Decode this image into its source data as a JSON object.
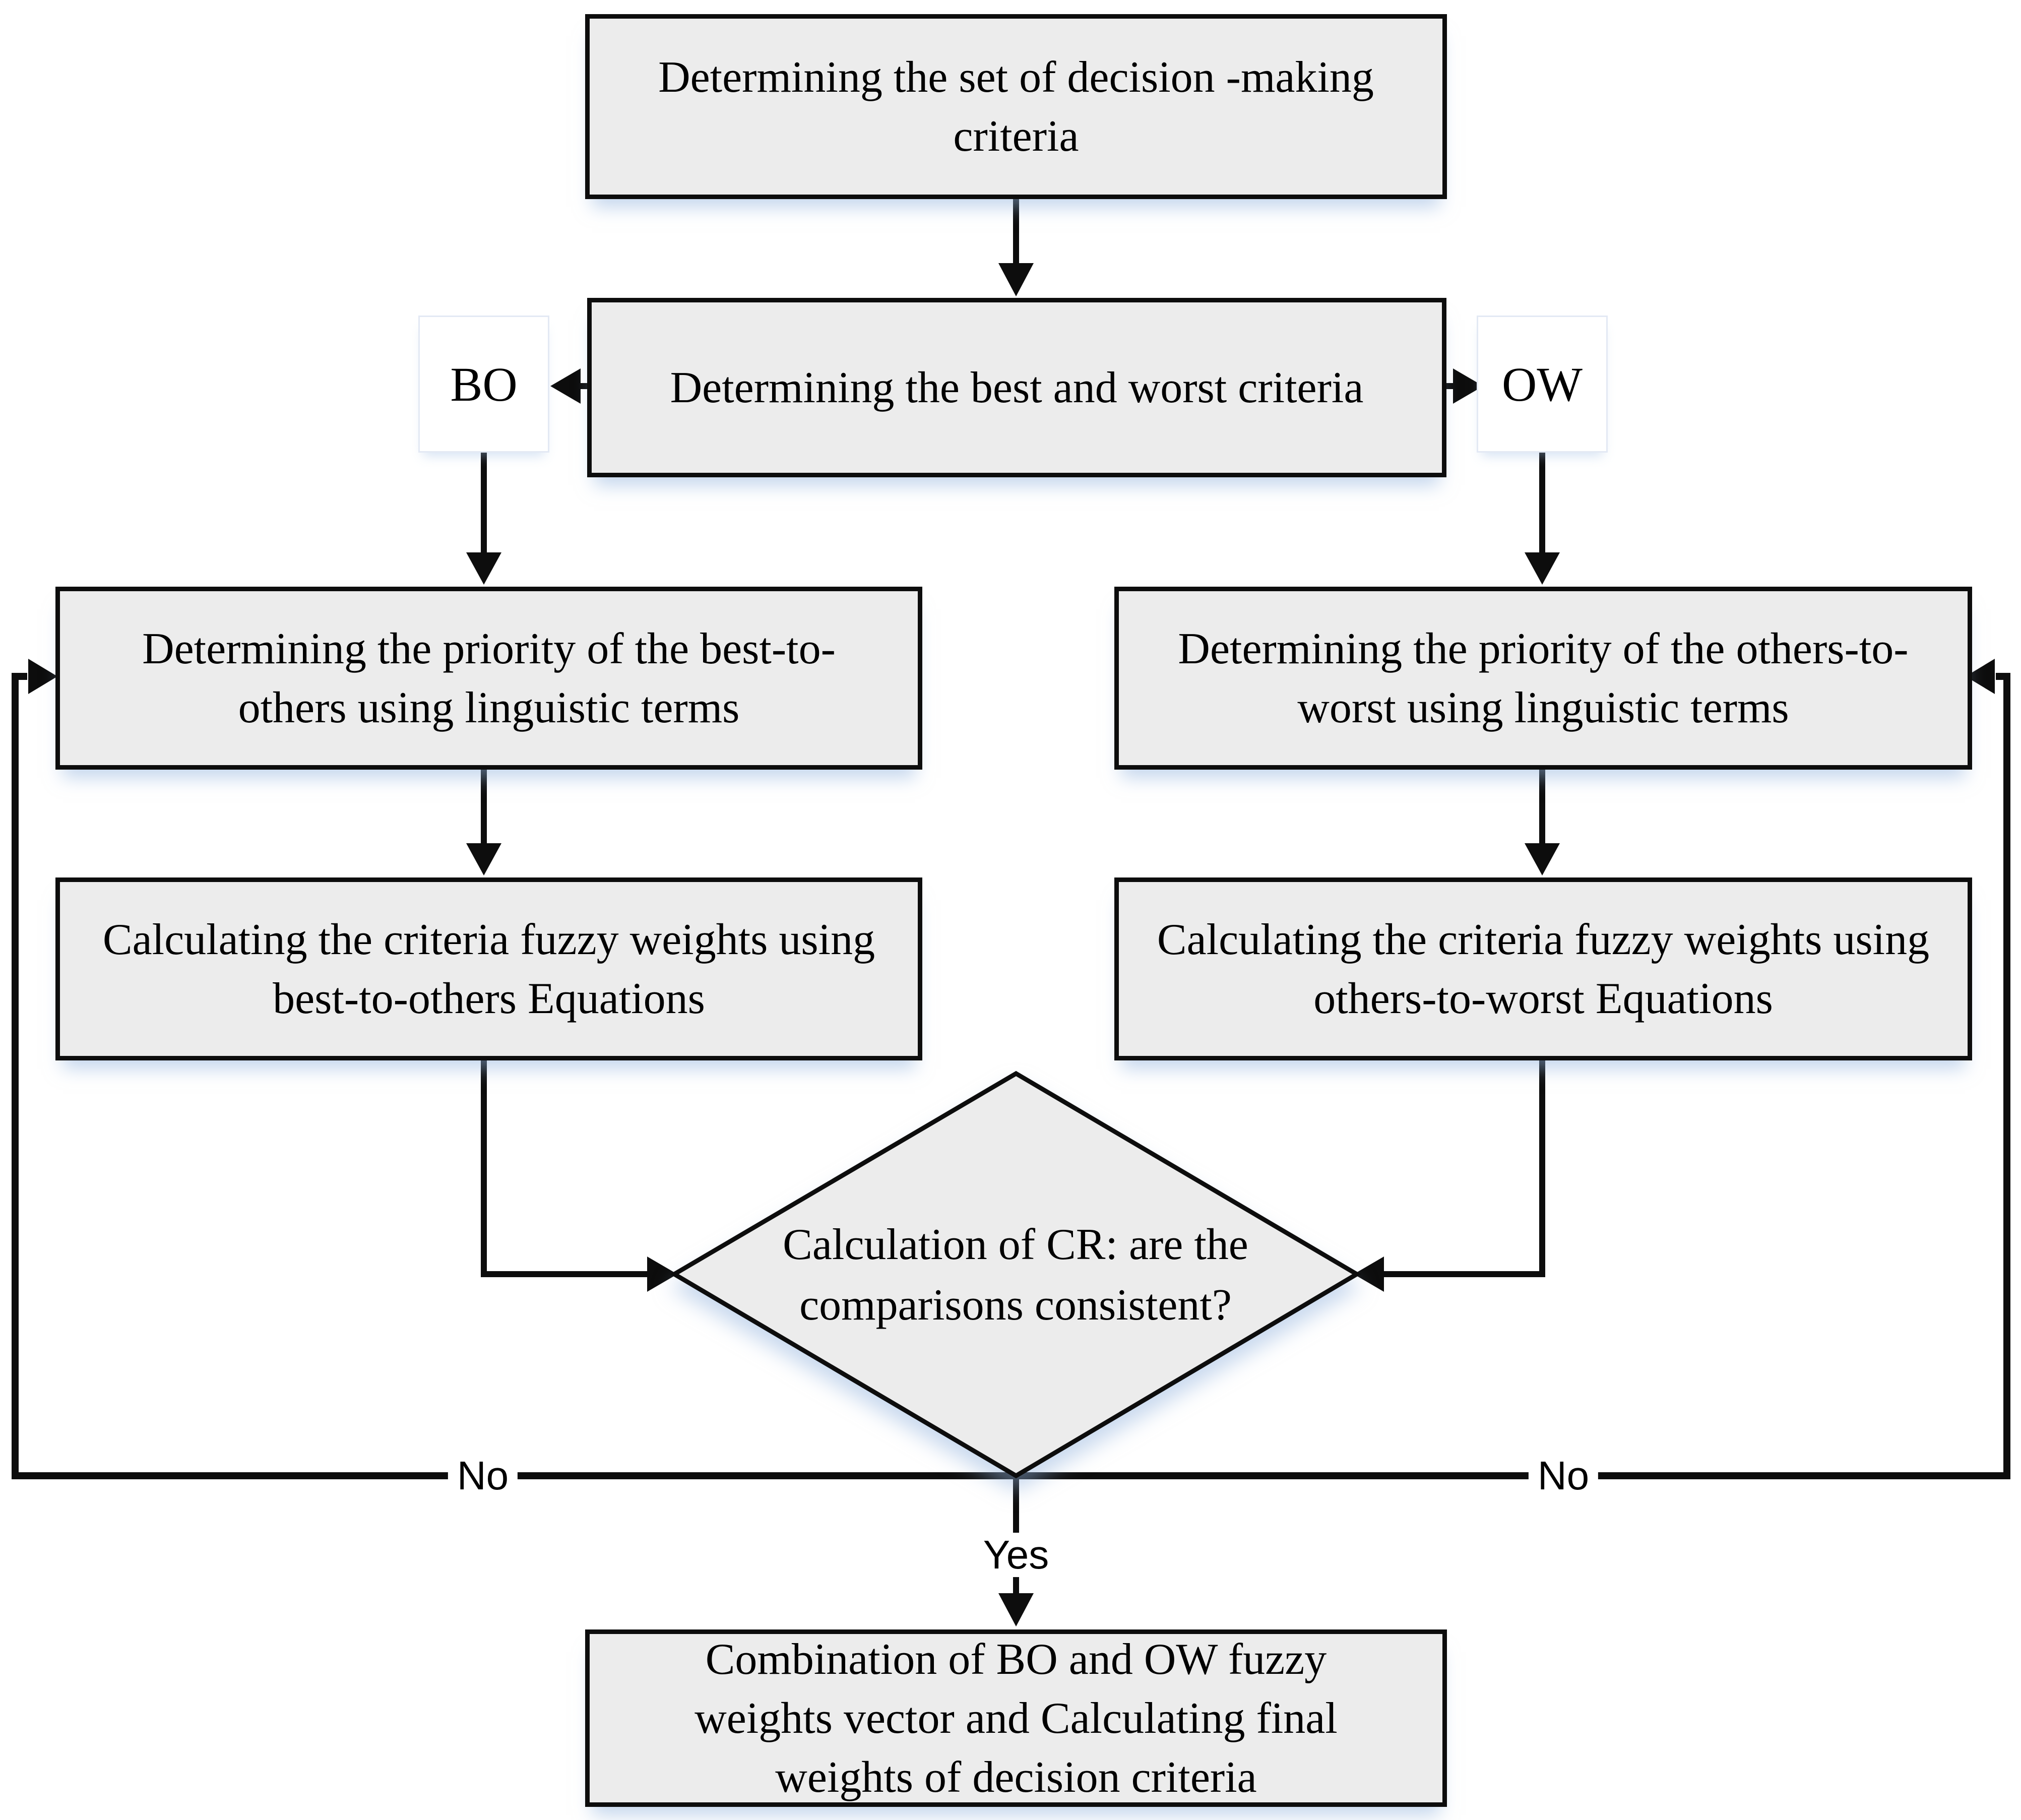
{
  "figure": {
    "type": "flowchart",
    "title": "Fuzzy best-worst method (BWM) procedure flowchart"
  },
  "colors": {
    "background": "#ffffff",
    "box_fill": "#ececec",
    "box_border": "#0d0d0d",
    "connector": "#0d0d0d",
    "shadow_tint": "#94b4de",
    "side_box_fill": "#ffffff",
    "side_box_border": "#e3e9f4"
  },
  "nodes": {
    "step1": {
      "lines": [
        "Determining the set of decision -making",
        "criteria"
      ]
    },
    "step2": {
      "lines": [
        "Determining the best and worst criteria"
      ]
    },
    "bo": {
      "label": "BO"
    },
    "ow": {
      "label": "OW"
    },
    "step3_left": {
      "lines": [
        "Determining the priority of the best-to-",
        "others using linguistic terms"
      ]
    },
    "step3_right": {
      "lines": [
        "Determining the priority of the others-to-",
        "worst using linguistic terms"
      ]
    },
    "step4_left": {
      "lines": [
        "Calculating the criteria fuzzy weights using",
        "best-to-others Equations"
      ]
    },
    "step4_right": {
      "lines": [
        "Calculating the criteria fuzzy weights using",
        "others-to-worst Equations"
      ]
    },
    "decision": {
      "lines": [
        "Calculation of CR: are the",
        "comparisons consistent?"
      ]
    },
    "step5": {
      "lines": [
        "Combination of BO and OW fuzzy",
        "weights vector and Calculating final",
        "weights of decision criteria"
      ]
    }
  },
  "edge_labels": {
    "no_left": "No",
    "no_right": "No",
    "yes": "Yes"
  }
}
